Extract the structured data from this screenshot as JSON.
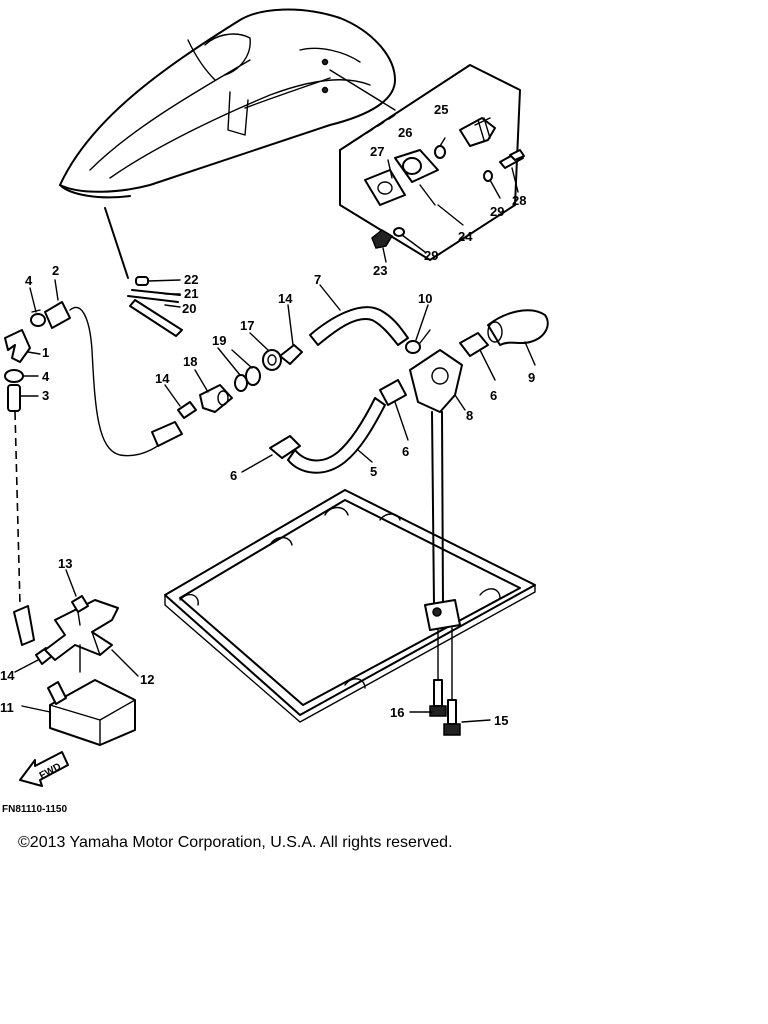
{
  "figure_code": "FN81110-1150",
  "copyright": "©2013 Yamaha Motor Corporation, U.S.A. All rights reserved.",
  "direction_marker": "FWD",
  "part_labels": [
    "1",
    "2",
    "3",
    "4",
    "4",
    "5",
    "6",
    "6",
    "6",
    "7",
    "8",
    "9",
    "10",
    "11",
    "12",
    "13",
    "14",
    "14",
    "14",
    "15",
    "16",
    "17",
    "18",
    "19",
    "20",
    "21",
    "22",
    "23",
    "24",
    "25",
    "26",
    "27",
    "28",
    "29",
    "29"
  ]
}
